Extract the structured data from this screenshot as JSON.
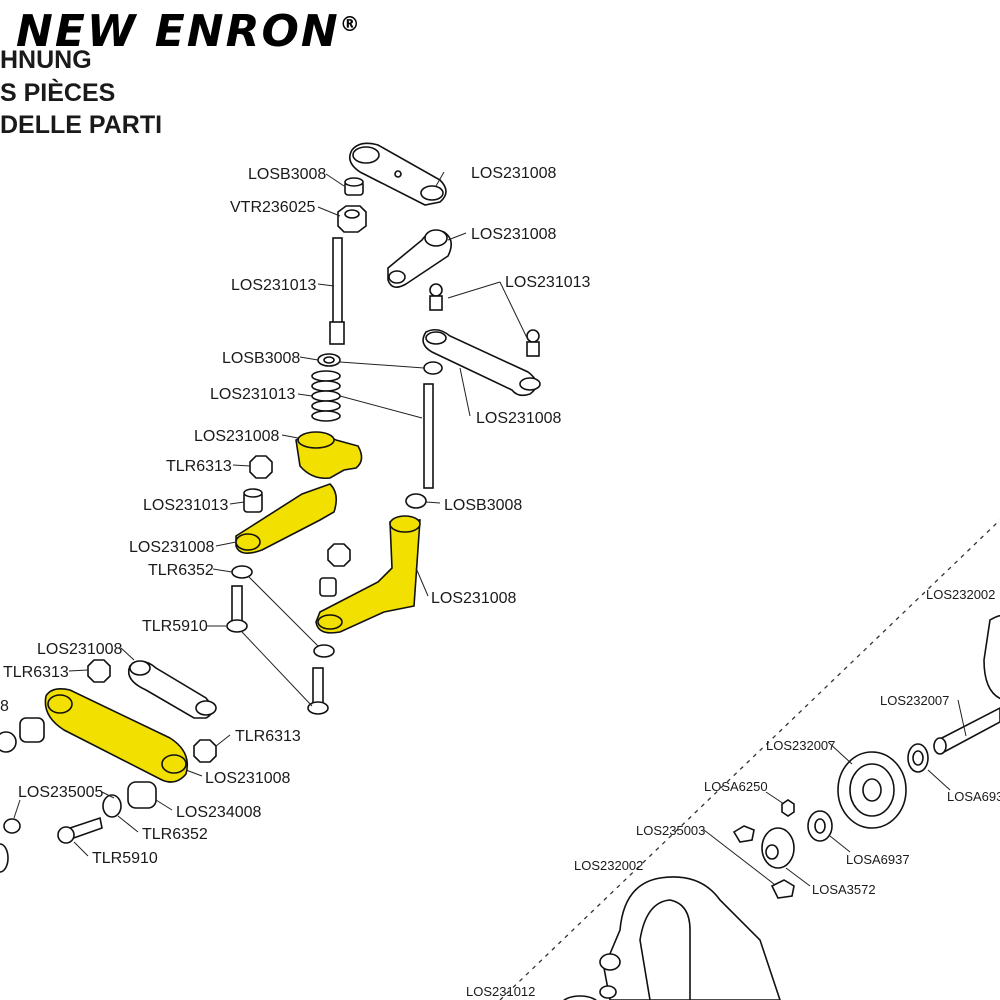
{
  "brand": {
    "name": "NEW ENRON",
    "mark": "®"
  },
  "headings": [
    "HNUNG",
    "S PIÈCES",
    "DELLE PARTI"
  ],
  "labels": {
    "losb3008_top": "LOSB3008",
    "los231008_top": "LOS231008",
    "vtr236025": "VTR236025",
    "los231008_bellcrank": "LOS231008",
    "los231013_shaft": "LOS231013",
    "los231013_ball": "LOS231013",
    "losb3008_mid": "LOSB3008",
    "los231013_spring": "LOS231013",
    "los231008_link": "LOS231008",
    "los231008_nut": "LOS231008",
    "tlr6313_a": "TLR6313",
    "los231013_bushing": "LOS231013",
    "losb3008_low": "LOSB3008",
    "los231008_arm_left": "LOS231008",
    "tlr6352_a": "TLR6352",
    "los231008_arm_right": "LOS231008",
    "tlr5910_a": "TLR5910",
    "los231008_rack_top": "LOS231008",
    "tlr6313_b": "TLR6313",
    "eight_fragment": "8",
    "tlr6313_c": "TLR6313",
    "los231008_rack": "LOS231008",
    "los235005": "LOS235005",
    "los234008": "LOS234008",
    "tlr6352_b": "TLR6352",
    "tlr5910_b": "TLR5910",
    "los232002_top": "LOS232002",
    "los232007_shaft": "LOS232007",
    "los232007_gear": "LOS232007",
    "losa6250": "LOSA6250",
    "losa693": "LOSA693",
    "los235003": "LOS235003",
    "losa6937": "LOSA6937",
    "losa3572": "LOSA3572",
    "los232002_bottom": "LOS232002",
    "los231012": "LOS231012"
  },
  "colors": {
    "highlight": "#f2e000",
    "line": "#111111",
    "background": "#ffffff"
  }
}
